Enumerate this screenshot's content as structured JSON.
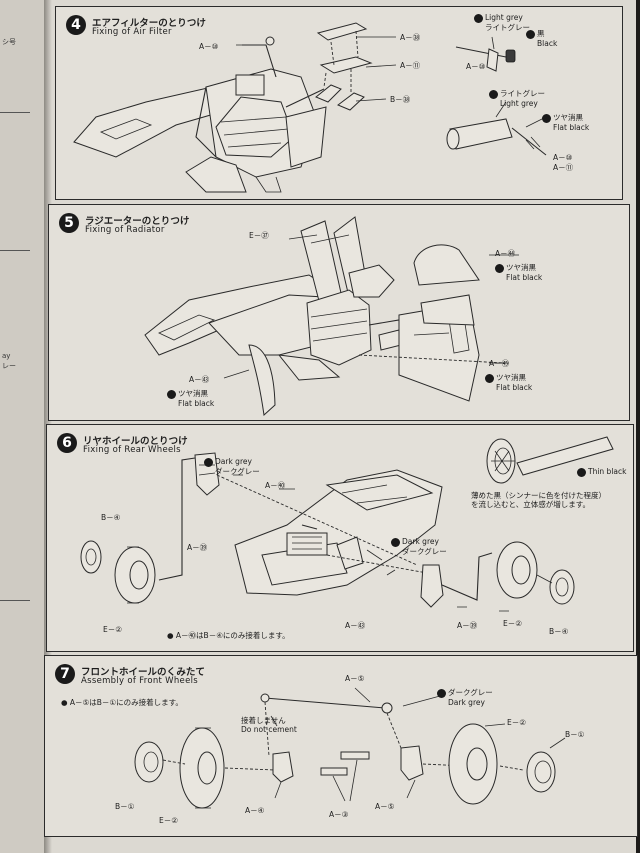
{
  "left_page": {
    "fragments": [
      "シ号",
      "ay",
      "レー"
    ]
  },
  "steps": [
    {
      "number": "4",
      "title_jp": "エアフィルターのとりつけ",
      "title_en": "Fixing of Air Filter",
      "parts": [
        "A－⑩",
        "A－㊳",
        "A－⑪",
        "B－㊳"
      ],
      "paints": [
        {
          "jp": "ライトグレー",
          "en": "Light grey",
          "part": "A－⑩"
        },
        {
          "jp": "黒",
          "en": "Black"
        },
        {
          "jp": "ライトグレー",
          "en": "Light grey"
        },
        {
          "jp": "ツヤ消黒",
          "en": "Flat black",
          "parts": [
            "A－⑩",
            "A－⑪"
          ]
        }
      ]
    },
    {
      "number": "5",
      "title_jp": "ラジエーターのとりつけ",
      "title_en": "Fixing of Radiator",
      "parts": [
        "E－㊲",
        "A－㊹",
        "A－㊺",
        "A－㊸"
      ],
      "paints": [
        {
          "jp": "ツヤ消黒",
          "en": "Flat black",
          "part": "A－㊹"
        },
        {
          "jp": "ツヤ消黒",
          "en": "Flat black",
          "part": "A－㊺"
        },
        {
          "jp": "ツヤ消黒",
          "en": "Flat black",
          "part": "A－㊸"
        }
      ]
    },
    {
      "number": "6",
      "title_jp": "リヤホイールのとりつけ",
      "title_en": "Fixing of Rear Wheels",
      "parts": [
        "A－㊵",
        "B－④",
        "A－㊴",
        "E－②",
        "A－㊸",
        "A－㊴",
        "E－②",
        "B－④"
      ],
      "paints": [
        {
          "jp": "ダークグレー",
          "en": "Dark grey"
        },
        {
          "jp": "ダークグレー",
          "en": "Dark grey"
        },
        {
          "en": "Thin black"
        }
      ],
      "note_thin_black": [
        "薄めた黒（シンナーに色を付けた程度）",
        "を流し込むと、立体感が増します。"
      ],
      "footnote": "● A－㊵はB－④にのみ接着します。"
    },
    {
      "number": "7",
      "title_jp": "フロントホイールのくみたて",
      "title_en": "Assembly of Front Wheels",
      "note": "● A－⑤はB－①にのみ接着します。",
      "parts": [
        "A－⑤",
        "E－②",
        "B－①",
        "B－①",
        "E－②",
        "A－④",
        "A－③",
        "A－⑤"
      ],
      "paints": [
        {
          "jp": "ダークグレー",
          "en": "Dark grey"
        }
      ],
      "do_not_cement_jp": "接着しません",
      "do_not_cement_en": "Do not cement"
    }
  ]
}
